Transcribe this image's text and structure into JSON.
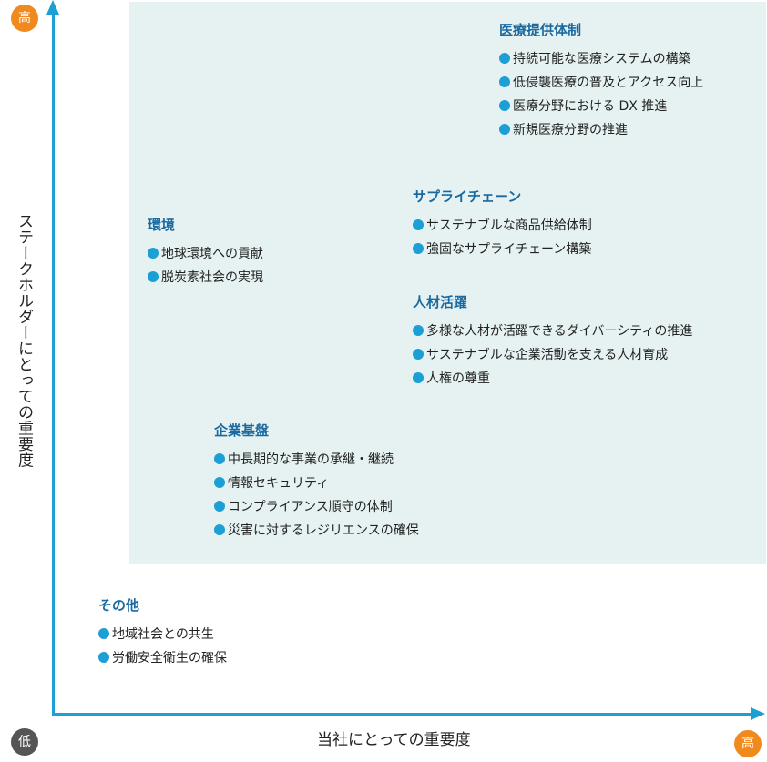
{
  "axes": {
    "y_label": "ステークホルダーにとっての重要度",
    "x_label": "当社にとっての重要度",
    "high_label": "高",
    "low_label": "低"
  },
  "colors": {
    "accent": "#1b9fd4",
    "title": "#1a6aa0",
    "high_badge": "#f08a1f",
    "low_badge": "#555555",
    "zone": "#e6f2f2"
  },
  "groups": [
    {
      "id": "medical",
      "title": "医療提供体制",
      "items": [
        "持続可能な医療システムの構築",
        "低侵襲医療の普及とアクセス向上",
        "医療分野における DX 推進",
        "新規医療分野の推進"
      ]
    },
    {
      "id": "supply",
      "title": "サプライチェーン",
      "items": [
        "サステナブルな商品供給体制",
        "強固なサプライチェーン構築"
      ]
    },
    {
      "id": "environment",
      "title": "環境",
      "items": [
        "地球環境への貢献",
        "脱炭素社会の実現"
      ]
    },
    {
      "id": "hr",
      "title": "人材活躍",
      "items": [
        "多様な人材が活躍できるダイバーシティの推進",
        "サステナブルな企業活動を支える人材育成",
        "人権の尊重"
      ]
    },
    {
      "id": "corporate",
      "title": "企業基盤",
      "items": [
        "中長期的な事業の承継・継続",
        "情報セキュリティ",
        "コンプライアンス順守の体制",
        "災害に対するレジリエンスの確保"
      ]
    },
    {
      "id": "other",
      "title": "その他",
      "items": [
        "地域社会との共生",
        "労働安全衛生の確保"
      ]
    }
  ]
}
